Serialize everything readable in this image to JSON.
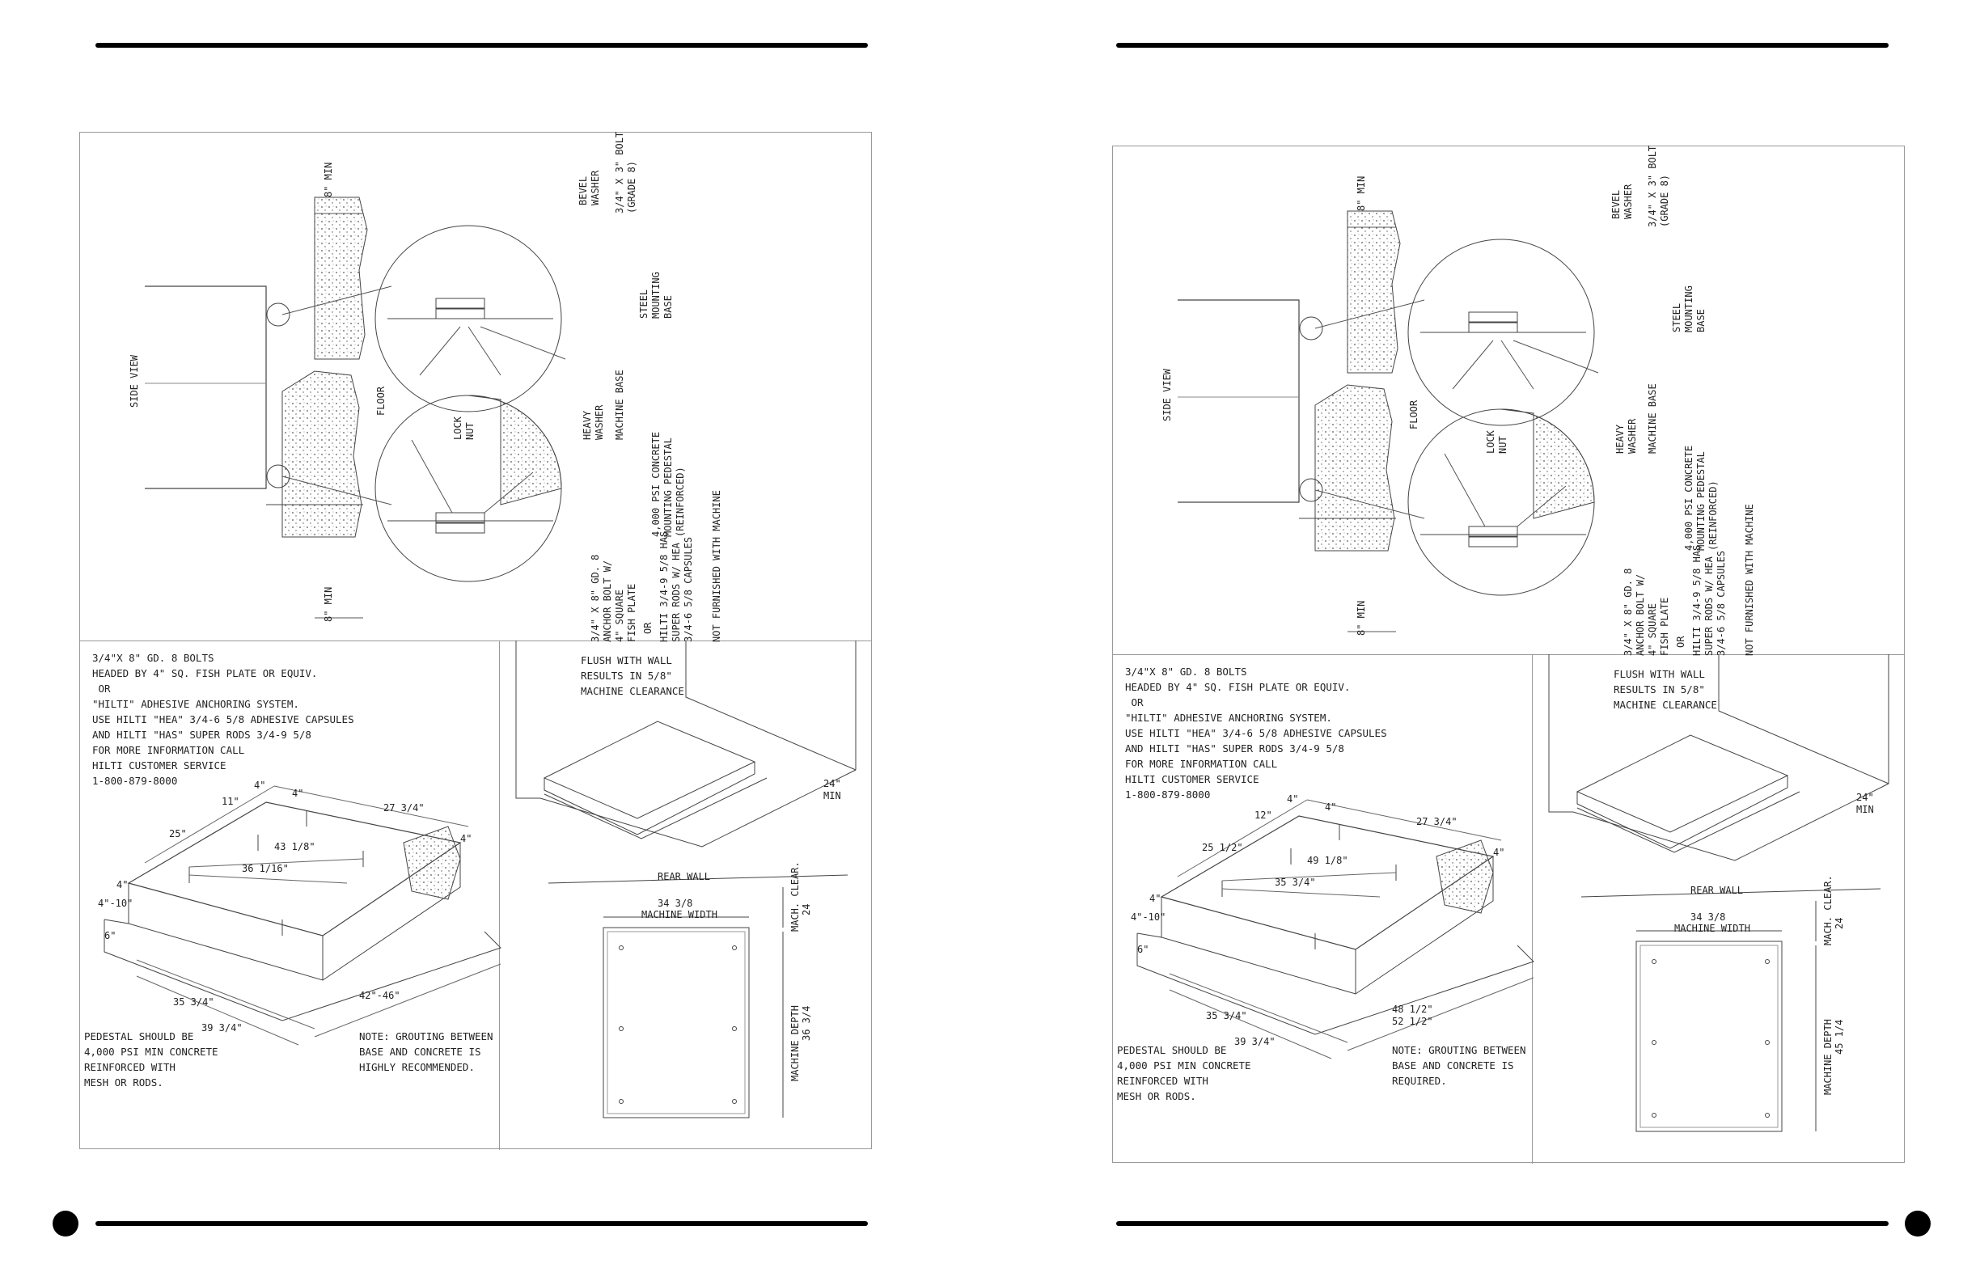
{
  "sheets": [
    {
      "side_view": {
        "side_view_label": "SIDE VIEW",
        "floor_label": "FLOOR",
        "min_top": "8\" MIN",
        "min_bottom": "8\" MIN",
        "bevel_washer": "BEVEL\nWASHER",
        "bolt": "3/4\" X 3\" BOLT\n(GRADE 8)",
        "steel_base": "STEEL\nMOUNTING\nBASE",
        "lock_nut": "LOCK\nNUT",
        "heavy_washer": "HEAVY\nWASHER",
        "machine_base": "MACHINE BASE",
        "concrete": "4,000 PSI CONCRETE\nMOUNTING PEDESTAL\n(REINFORCED)",
        "anchor": "3/4\" X 8\" GD. 8\nANCHOR BOLT W/\n4\" SQUARE\nFISH PLATE",
        "or": "OR",
        "hilti": "HILTI 3/4-9 5/8 HAS\nSUPER RODS W/ HEA\n3/4-6 5/8 CAPSULES",
        "not_furnished": "NOT FURNISHED WITH MACHINE"
      },
      "notes": "3/4\"X 8\" GD. 8 BOLTS\nHEADED BY 4\" SQ. FISH PLATE OR EQUIV.\n OR\n\"HILTI\" ADHESIVE ANCHORING SYSTEM.\nUSE HILTI \"HEA\" 3/4-6 5/8 ADHESIVE CAPSULES\nAND HILTI \"HAS\" SUPER RODS 3/4-9 5/8\nFOR MORE INFORMATION CALL\nHILTI CUSTOMER SERVICE\n1-800-879-8000",
      "dims": {
        "d4a": "4\"",
        "d4b": "4\"",
        "d11": "11\"",
        "d25": "25\"",
        "d27": "27 3/4\"",
        "diag1": "43 1/8\"",
        "diag2": "36 1/16\"",
        "d4c": "4\"",
        "d4d": "4\"",
        "d410": "4\"-10\"",
        "d6": "6\"",
        "d35": "35 3/4\"",
        "d39": "39 3/4\"",
        "d42": "42\"-46\""
      },
      "pedestal_note": "PEDESTAL SHOULD BE\n4,000 PSI MIN CONCRETE\nREINFORCED WITH\nMESH OR RODS.",
      "grouting_note": "NOTE: GROUTING BETWEEN\nBASE AND CONCRETE IS\nHIGHLY RECOMMENDED.",
      "flush_note": "FLUSH WITH WALL\nRESULTS IN 5/8\"\nMACHINE CLEARANCE",
      "min24": "24\"\nMIN",
      "rear_wall": "REAR WALL",
      "width_value": "34 3/8",
      "width_label": "MACHINE WIDTH",
      "mach_clear": "MACH. CLEAR.",
      "clear_value": "24",
      "depth_value": "36 3/4",
      "depth_label": "MACHINE DEPTH"
    },
    {
      "side_view": {
        "side_view_label": "SIDE VIEW",
        "floor_label": "FLOOR",
        "min_top": "8\" MIN",
        "min_bottom": "8\" MIN",
        "bevel_washer": "BEVEL\nWASHER",
        "bolt": "3/4\" X 3\" BOLT\n(GRADE 8)",
        "steel_base": "STEEL\nMOUNTING\nBASE",
        "lock_nut": "LOCK\nNUT",
        "heavy_washer": "HEAVY\nWASHER",
        "machine_base": "MACHINE BASE",
        "concrete": "4,000 PSI CONCRETE\nMOUNTING PEDESTAL\n(REINFORCED)",
        "anchor": "3/4\" X 8\" GD. 8\nANCHOR BOLT W/\n4\" SQUARE\nFISH PLATE",
        "or": "OR",
        "hilti": "HILTI 3/4-9 5/8 HAS\nSUPER RODS W/ HEA\n3/4-6 5/8 CAPSULES",
        "not_furnished": "NOT FURNISHED WITH MACHINE"
      },
      "notes": "3/4\"X 8\" GD. 8 BOLTS\nHEADED BY 4\" SQ. FISH PLATE OR EQUIV.\n OR\n\"HILTI\" ADHESIVE ANCHORING SYSTEM.\nUSE HILTI \"HEA\" 3/4-6 5/8 ADHESIVE CAPSULES\nAND HILTI \"HAS\" SUPER RODS 3/4-9 5/8\nFOR MORE INFORMATION CALL\nHILTI CUSTOMER SERVICE\n1-800-879-8000",
      "dims": {
        "d4a": "4\"",
        "d4b": "4\"",
        "d11": "12\"",
        "d25": "25 1/2\"",
        "d27": "27 3/4\"",
        "diag1": "49 1/8\"",
        "diag2": "35 3/4\"",
        "d4c": "4\"",
        "d4d": "4\"",
        "d410": "4\"-10\"",
        "d6": "6\"",
        "d35": "35 3/4\"",
        "d39": "39 3/4\"",
        "d42": "48 1/2\"\n52 1/2\""
      },
      "pedestal_note": "PEDESTAL SHOULD BE\n4,000 PSI MIN CONCRETE\nREINFORCED WITH\nMESH OR RODS.",
      "grouting_note": "NOTE: GROUTING BETWEEN\nBASE AND CONCRETE IS\nREQUIRED.",
      "flush_note": "FLUSH WITH WALL\nRESULTS IN 5/8\"\nMACHINE CLEARANCE",
      "min24": "24\"\nMIN",
      "rear_wall": "REAR WALL",
      "width_value": "34 3/8",
      "width_label": "MACHINE WIDTH",
      "mach_clear": "MACH. CLEAR.",
      "clear_value": "24",
      "depth_value": "45 1/4",
      "depth_label": "MACHINE DEPTH"
    }
  ]
}
